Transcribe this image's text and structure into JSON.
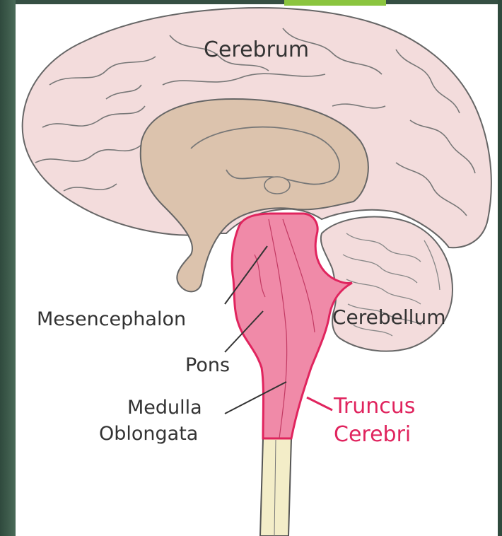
{
  "labels": {
    "cerebrum": "Cerebrum",
    "mesencephalon": "Mesencephalon",
    "cerebellum": "Cerebellum",
    "pons": "Pons",
    "medulla_line1": "Medulla",
    "medulla_line2": "Oblongata",
    "truncus_line1": "Truncus",
    "truncus_line2": "Cerebri"
  },
  "colors": {
    "brain_fill": "#f3dcdc",
    "inner_fill": "#dcc3ad",
    "brainstem_fill": "#f08aa8",
    "brainstem_outline": "#e0245e",
    "spinal_cord": "#f3edc8",
    "label_text": "#333333",
    "truncus_text": "#e0245e",
    "slide_background": "#3f5a4c",
    "accent": "#8bc53f"
  }
}
